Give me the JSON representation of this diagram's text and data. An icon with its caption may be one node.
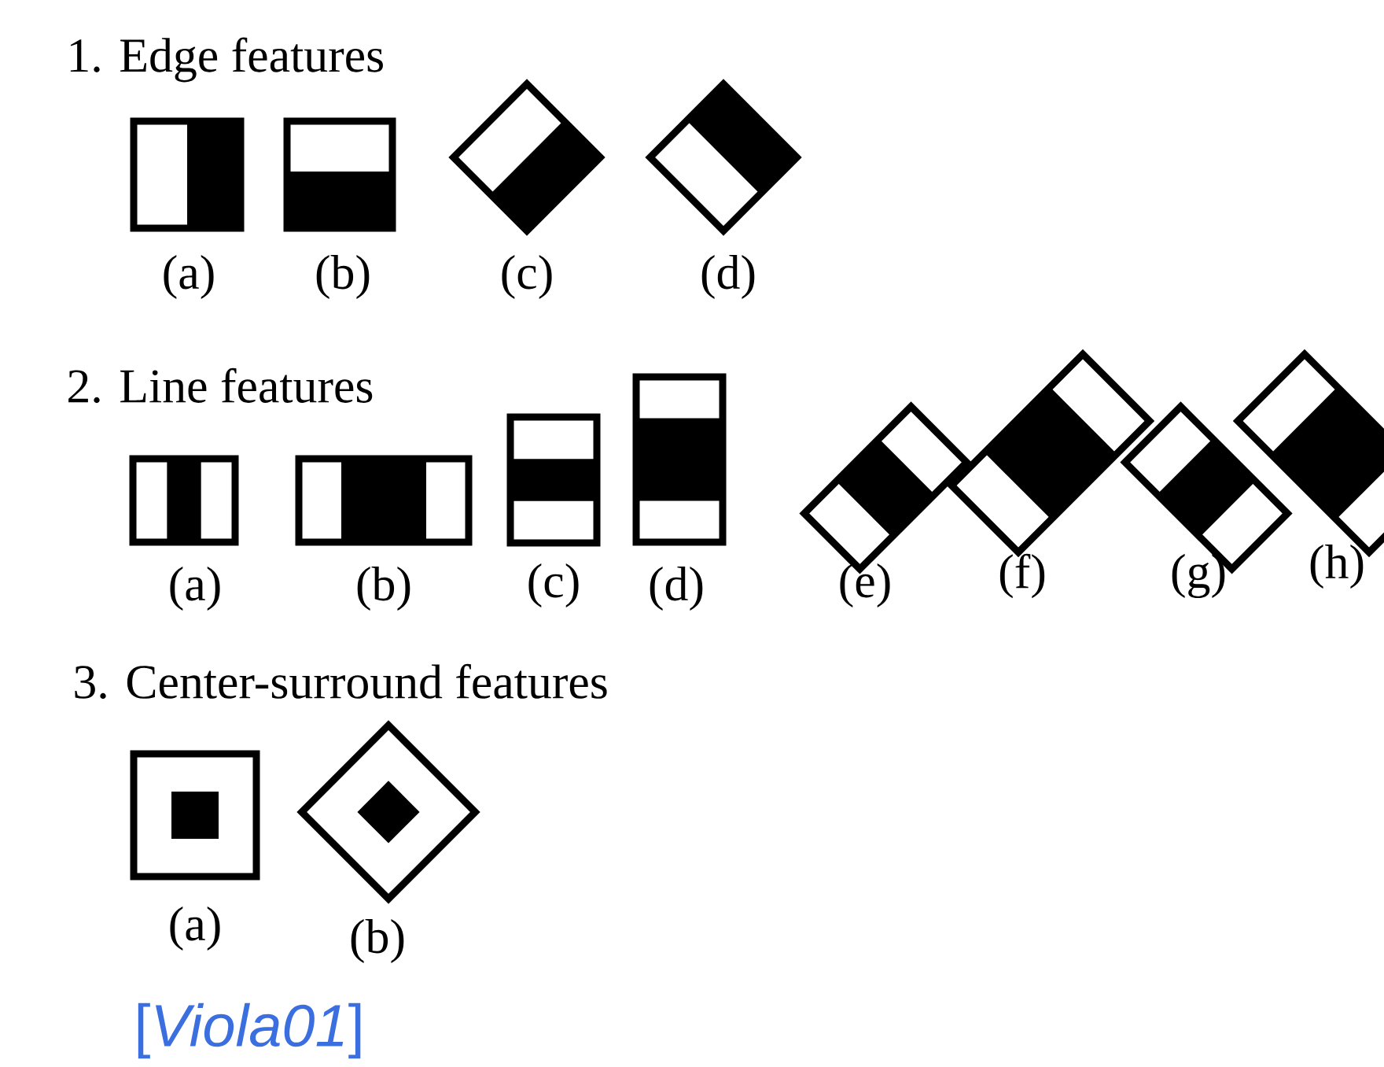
{
  "diagram": {
    "labels": [
      "1. Edge features",
      "(a)",
      "(b)",
      "(c)",
      "(d)",
      "2. Line features",
      "(a)",
      "(b)",
      "(c)",
      "(d)",
      "(e)",
      "(f)",
      "(g)",
      "(h)",
      "3. Center-surround features",
      "(a)",
      "(b)",
      "[*Viola01*]"
    ]
  }
}
